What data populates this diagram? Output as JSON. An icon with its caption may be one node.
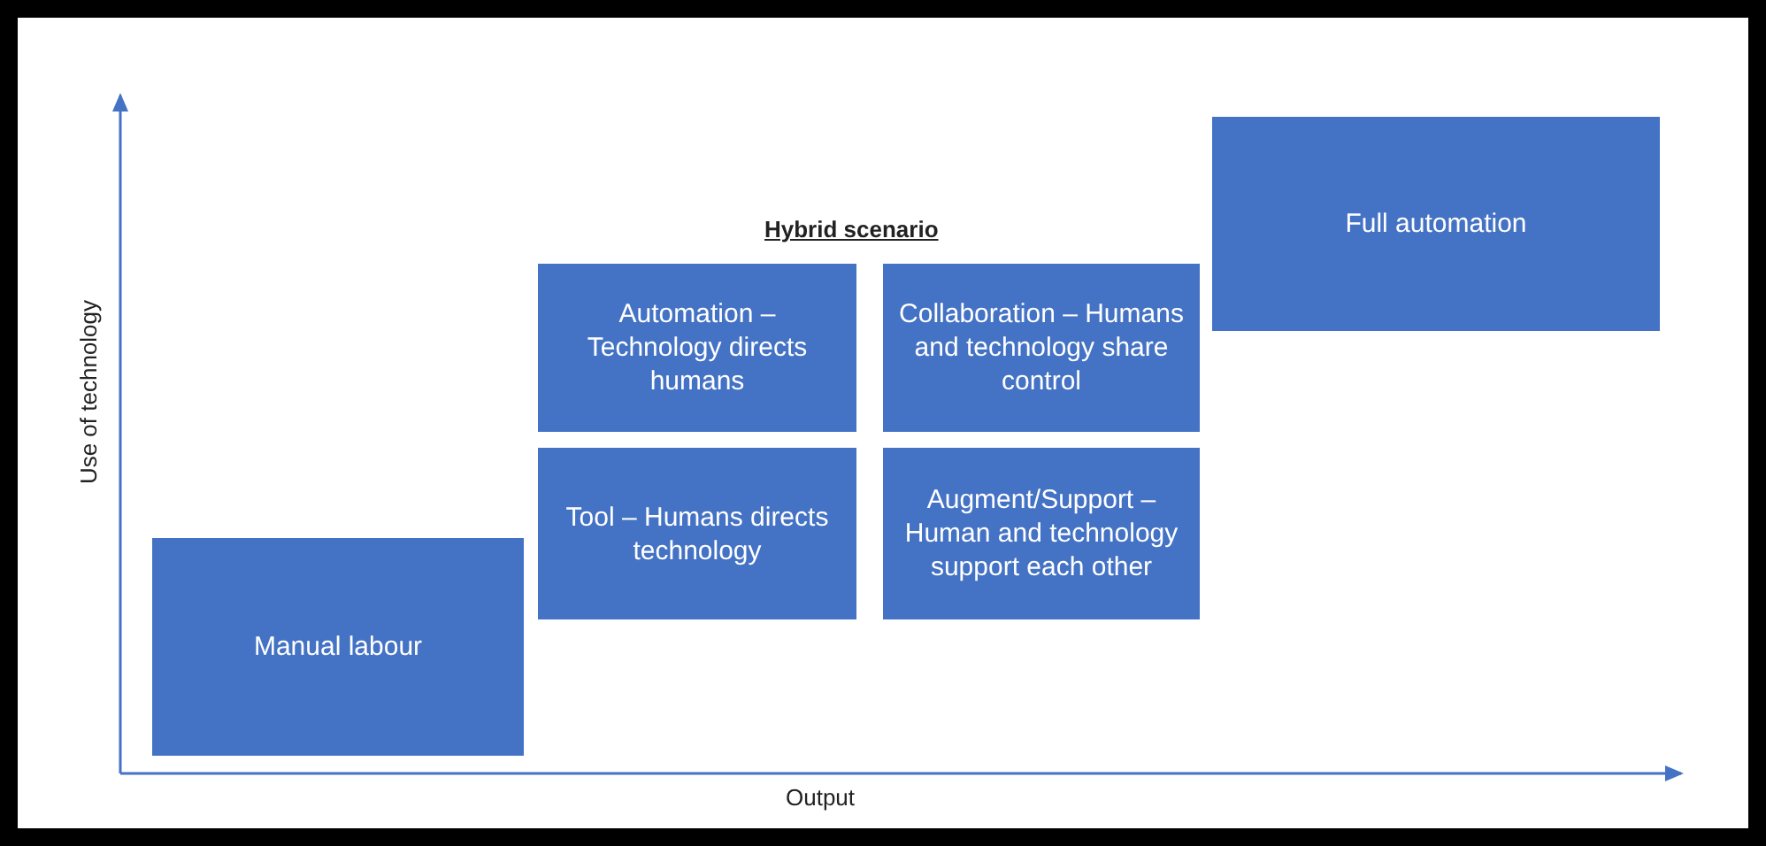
{
  "diagram": {
    "nodes": [
      {
        "text": [
          "Full automation"
        ]
      },
      {
        "text": [
          "Automation – Technology directs humans"
        ]
      },
      {
        "text": [
          "Collaboration – Humans and technology share control"
        ]
      },
      {
        "text": [
          "Tool – Humans directs technology"
        ]
      },
      {
        "text": [
          "Augment/Support – Human and technology support each other"
        ]
      },
      {
        "text": [
          "Manual labour"
        ]
      }
    ],
    "edges": [],
    "labels": [
      "Hybrid scenario",
      "Use of technology",
      "Output"
    ]
  }
}
